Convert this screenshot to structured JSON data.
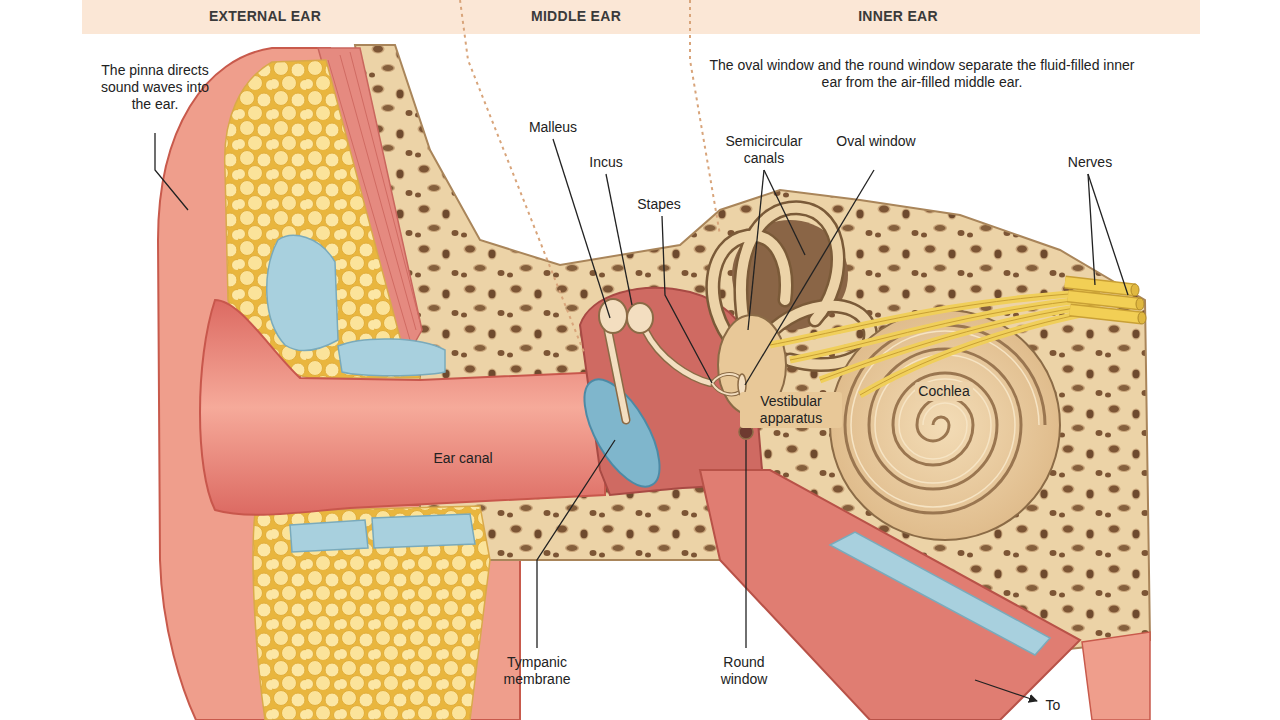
{
  "diagram": {
    "labels": [
      "EXTERNAL EAR",
      "MIDDLE EAR",
      "INNER EAR",
      "The pinna directs sound waves into the ear.",
      "The oval window and the round window separate the fluid-filled inner ear from the air-filled middle ear.",
      "Malleus",
      "Incus",
      "Stapes",
      "Semicircular canals",
      "Oval window",
      "Nerves",
      "Vestibular apparatus",
      "Cochlea",
      "Ear canal",
      "Tympanic membrane",
      "Round window",
      "To"
    ]
  }
}
